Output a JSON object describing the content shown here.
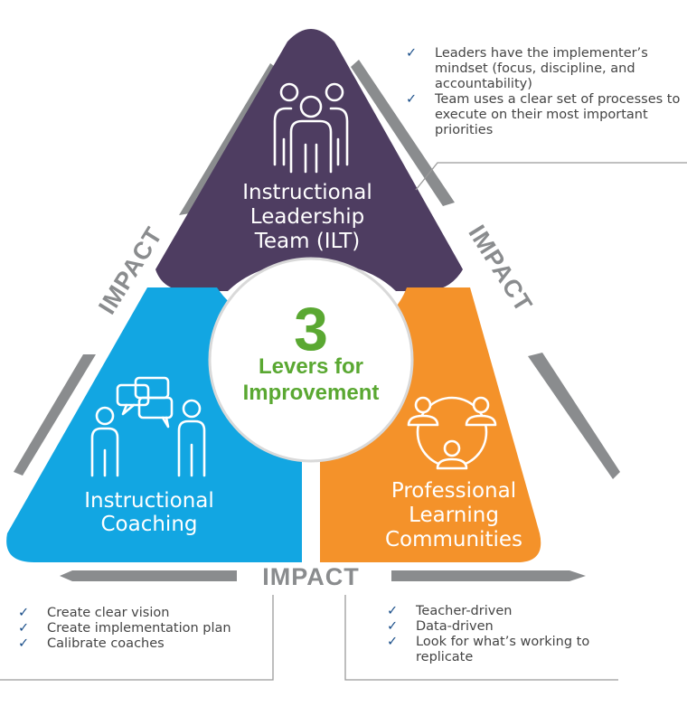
{
  "center": {
    "number": "3",
    "line1": "Levers for",
    "line2": "Improvement"
  },
  "ilt": {
    "line1": "Instructional",
    "line2": "Leadership",
    "line3": "Team (ILT)",
    "color": "#4e3d61",
    "icon": "group-of-people-icon"
  },
  "coaching": {
    "line1": "Instructional",
    "line2": "Coaching",
    "color": "#12a6e2",
    "icon": "coaching-conversation-icon"
  },
  "plc": {
    "line1": "Professional",
    "line2": "Learning",
    "line3": "Communities",
    "color": "#f4922a",
    "icon": "community-circle-icon"
  },
  "impact_labels": {
    "left": "IMPACT",
    "right": "IMPACT",
    "bottom": "IMPACT"
  },
  "notes": {
    "ilt": [
      "Leaders have the implementer’s mindset (focus, discipline, and accountability)",
      "Team uses a clear set of processes to execute on their most important priorities"
    ],
    "coaching": [
      "Create clear vision",
      "Create implementation plan",
      "Calibrate coaches"
    ],
    "plc": [
      "Teacher-driven",
      "Data-driven",
      "Look for what’s working to replicate"
    ]
  },
  "colors": {
    "impact_gray": "#8a8c8e",
    "check_blue": "#1b4f8a",
    "lever_green": "#5aa832",
    "connector_gray": "#9a9a9a"
  }
}
